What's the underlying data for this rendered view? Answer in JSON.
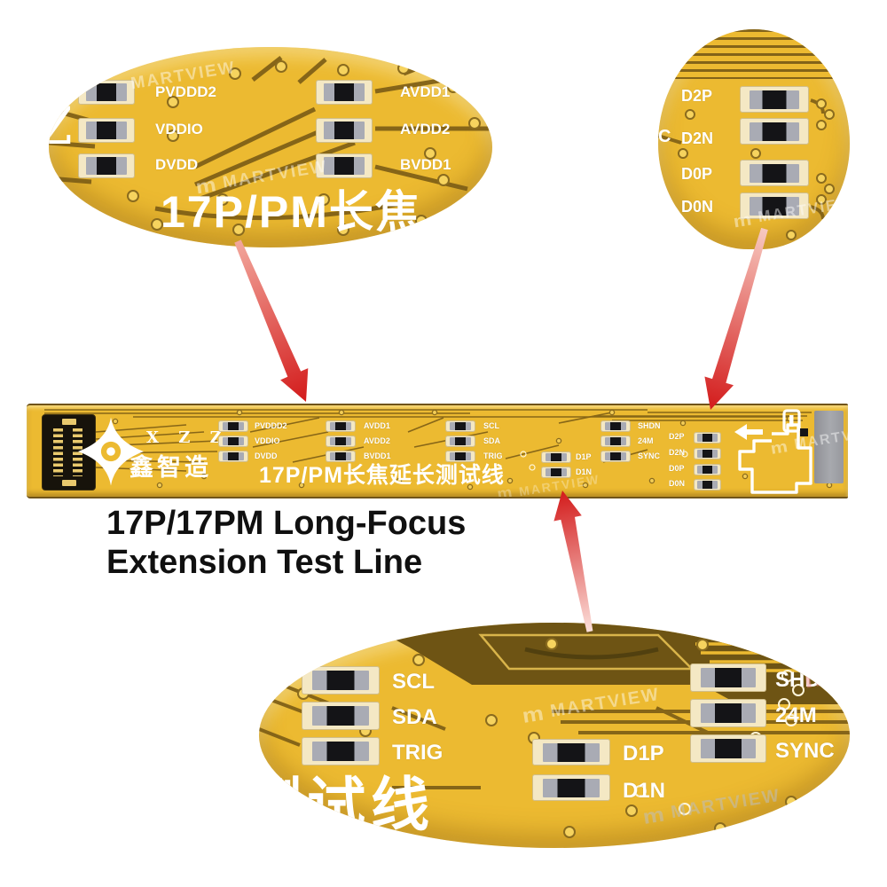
{
  "caption": {
    "line1": "17P/17PM Long-Focus",
    "line2": "Extension Test Line"
  },
  "watermark": {
    "brand": "MARTVIEW",
    "logo_letter": "m"
  },
  "magnifier_top_left": {
    "left_labels": [
      "PVDDD2",
      "VDDIO",
      "DVDD"
    ],
    "right_labels": [
      "AVDD1",
      "AVDD2",
      "BVDD1"
    ],
    "print_text": "17P/PM长焦",
    "edge_letter": "Z"
  },
  "magnifier_top_right": {
    "labels": [
      "D2P",
      "D2N",
      "D0P",
      "D0N"
    ],
    "edge_letter": "C"
  },
  "magnifier_bottom": {
    "i2c_labels": [
      "SCL",
      "SDA",
      "TRIG"
    ],
    "d1_labels": [
      "D1P",
      "D1N"
    ],
    "ctrl_labels": [
      "SHDN",
      "24M",
      "SYNC"
    ],
    "print_text": "测试线"
  },
  "strip": {
    "logo_latin": "X Z Z",
    "logo_cn": "鑫智造",
    "print_text": "17P/PM长焦延长测试线",
    "power_labels": [
      "PVDDD2",
      "VDDIO",
      "DVDD"
    ],
    "avdd_labels": [
      "AVDD1",
      "AVDD2",
      "BVDD1"
    ],
    "i2c_labels": [
      "SCL",
      "SDA",
      "TRIG"
    ],
    "d1_labels": [
      "D1P",
      "D1N"
    ],
    "ctrl_labels": [
      "SHDN",
      "24M",
      "SYNC"
    ],
    "d2_labels": [
      "D2P",
      "D2N",
      "D0P",
      "D0N"
    ]
  },
  "colors": {
    "pcb_yellow": "#ecba31",
    "trace_brown": "#7d5e16",
    "pad_cream": "#f4e8c4",
    "terminal_gray": "#a9abb4",
    "component_black": "#141417",
    "silkscreen_white": "#ffffff",
    "arrow_red": "#d81e1e",
    "connector_gray": "#9a9ca2",
    "caption_black": "#111111"
  }
}
